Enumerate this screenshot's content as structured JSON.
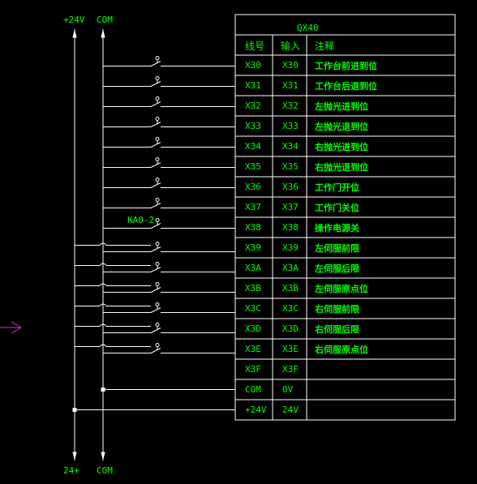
{
  "bus": {
    "top_left": "+24V",
    "top_right": "COM",
    "bottom_left": "24+",
    "bottom_right": "COM"
  },
  "relay_label": "KA0-2",
  "table": {
    "title": "QX40",
    "headers": [
      "线号",
      "输入",
      "注释"
    ],
    "rows": [
      {
        "wire": "X30",
        "input": "X30",
        "note": "工作台前进到位"
      },
      {
        "wire": "X31",
        "input": "X31",
        "note": "工作台后退到位"
      },
      {
        "wire": "X32",
        "input": "X32",
        "note": "左抛光进到位"
      },
      {
        "wire": "X33",
        "input": "X33",
        "note": "左抛光退到位"
      },
      {
        "wire": "X34",
        "input": "X34",
        "note": "右抛光进到位"
      },
      {
        "wire": "X35",
        "input": "X35",
        "note": "右抛光退到位"
      },
      {
        "wire": "X36",
        "input": "X36",
        "note": "工作门开位"
      },
      {
        "wire": "X37",
        "input": "X37",
        "note": "工作门关位"
      },
      {
        "wire": "X38",
        "input": "X38",
        "note": "操作电源关"
      },
      {
        "wire": "X39",
        "input": "X39",
        "note": "左伺服前限"
      },
      {
        "wire": "X3A",
        "input": "X3A",
        "note": "左伺服后限"
      },
      {
        "wire": "X3B",
        "input": "X3B",
        "note": "左伺服原点位"
      },
      {
        "wire": "X3C",
        "input": "X3C",
        "note": "右伺服前限"
      },
      {
        "wire": "X3D",
        "input": "X3D",
        "note": "右伺服后限"
      },
      {
        "wire": "X3E",
        "input": "X3E",
        "note": "右伺服原点位"
      },
      {
        "wire": "X3F",
        "input": "X3F",
        "note": ""
      },
      {
        "wire": "COM",
        "input": "0V",
        "note": ""
      },
      {
        "wire": "+24V",
        "input": "24V",
        "note": ""
      }
    ]
  },
  "colors": {
    "background": "#000000",
    "wire": "#ffffff",
    "text": "#00ff00",
    "marker": "#cc33cc"
  }
}
